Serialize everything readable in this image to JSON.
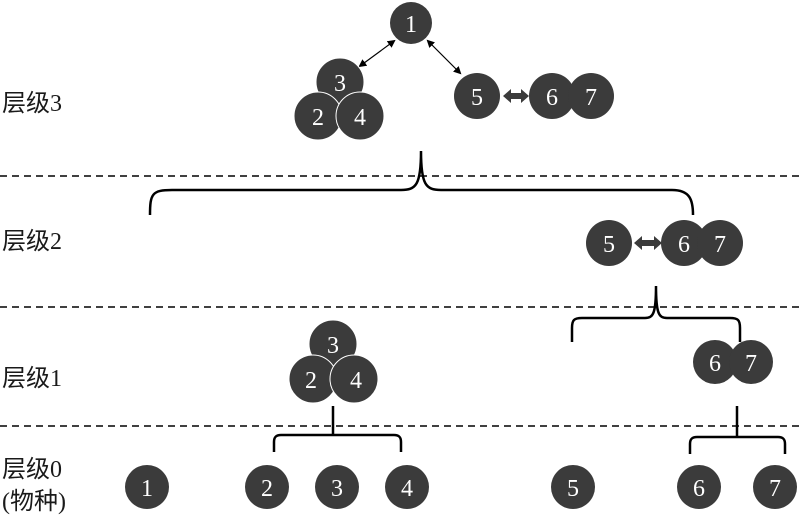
{
  "levels": [
    {
      "label": "层级3"
    },
    {
      "label": "层级2"
    },
    {
      "label": "层级1"
    },
    {
      "label": "层级0",
      "sublabel": "(物种)"
    }
  ],
  "nodes": {
    "l3": {
      "n1": "1",
      "n2": "2",
      "n3": "3",
      "n4": "4",
      "n5": "5",
      "n6": "6",
      "n7": "7"
    },
    "l2": {
      "n5": "5",
      "n6": "6",
      "n7": "7"
    },
    "l1": {
      "n2": "2",
      "n3": "3",
      "n4": "4",
      "n6": "6",
      "n7": "7"
    },
    "l0": {
      "n1": "1",
      "n2": "2",
      "n3": "3",
      "n4": "4",
      "n5": "5",
      "n6": "6",
      "n7": "7"
    }
  },
  "colors": {
    "node_fill": "#3b3b3b",
    "node_text": "#ffffff",
    "line": "#000000"
  }
}
